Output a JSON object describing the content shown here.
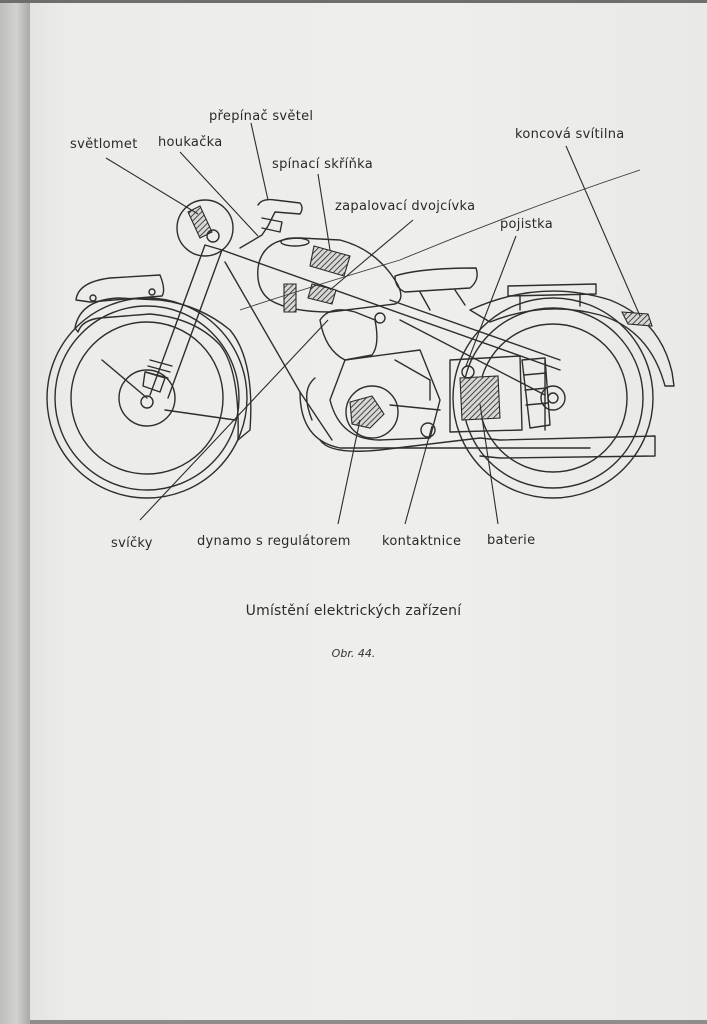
{
  "labels": {
    "prepinac_svetel": "přepínač světel",
    "svetlomet": "světlomet",
    "houkacka": "houkačka",
    "spinaci_skrinka": "spínací skříňka",
    "zapalovaci_dvojcivka": "zapalovací dvojcívka",
    "pojistka": "pojistka",
    "koncova_svitilna": "koncová svítilna",
    "svicky": "svíčky",
    "dynamo_s_regulatorem": "dynamo s regulátorem",
    "kontaktnice": "kontaktnice",
    "baterie": "baterie"
  },
  "caption": "Umístění elektrických zařízení",
  "figure_number": "Obr. 44."
}
